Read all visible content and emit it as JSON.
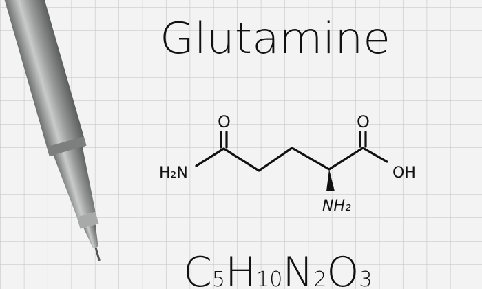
{
  "title": "Glutamine",
  "structure": {
    "carbonyl_o_left": "O",
    "carbonyl_o_right": "O",
    "amide_group": "H₂N",
    "hydroxyl_group": "OH",
    "amino_group": "NH₂"
  },
  "formula": {
    "c": "C",
    "c_count": "5",
    "h": "H",
    "h_count": "10",
    "n": "N",
    "n_count": "2",
    "o": "O",
    "o_count": "3"
  },
  "colors": {
    "paper": "#f3f3f3",
    "grid": "#c9c9c9",
    "ink": "#111111",
    "pen_body": "#9a9c9c"
  },
  "objects": [
    "pen-icon",
    "graph-paper"
  ]
}
